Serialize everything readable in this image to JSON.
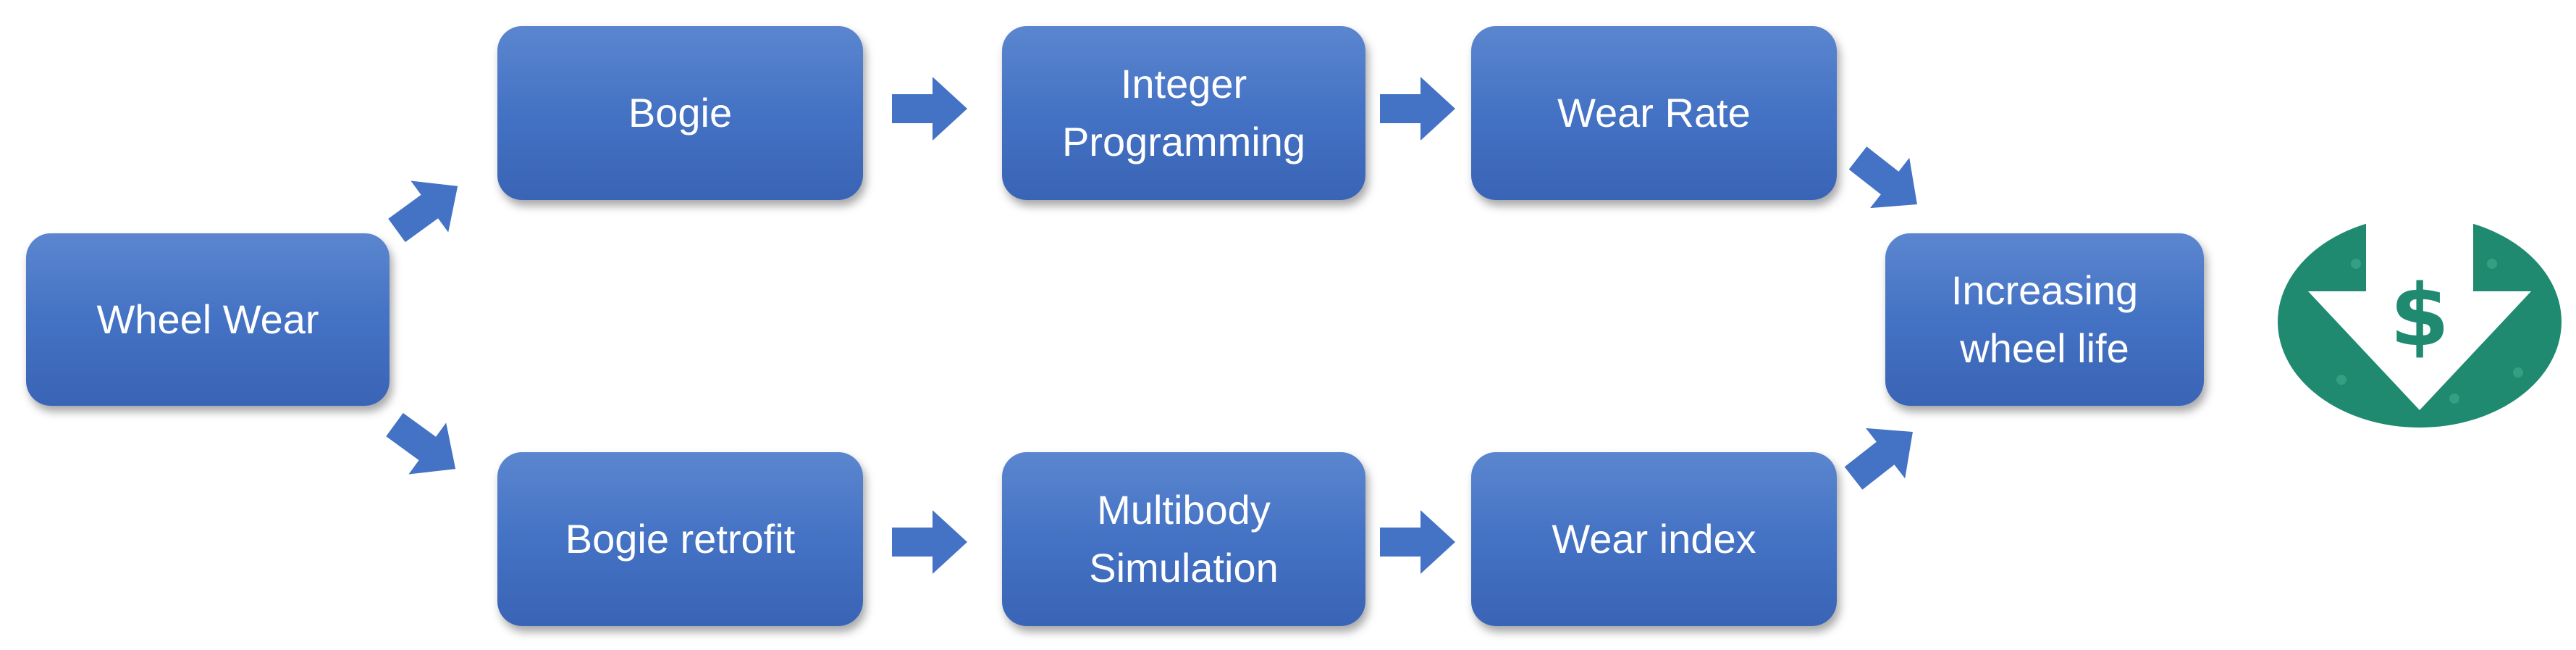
{
  "diagram": {
    "nodes": {
      "wheel_wear": "Wheel Wear",
      "bogie": "Bogie",
      "integer_programming": "Integer\nProgramming",
      "wear_rate": "Wear Rate",
      "bogie_retrofit": "Bogie retrofit",
      "multibody_simulation": "Multibody\nSimulation",
      "wear_index": "Wear index",
      "increasing_wheel_life": "Increasing\nwheel life"
    },
    "icon": "dollar-down-arrow-icon",
    "colors": {
      "node_fill": "#4472c4",
      "arrow_fill": "#4472c4",
      "node_text": "#ffffff",
      "badge_fill": "#1f8a70"
    }
  }
}
